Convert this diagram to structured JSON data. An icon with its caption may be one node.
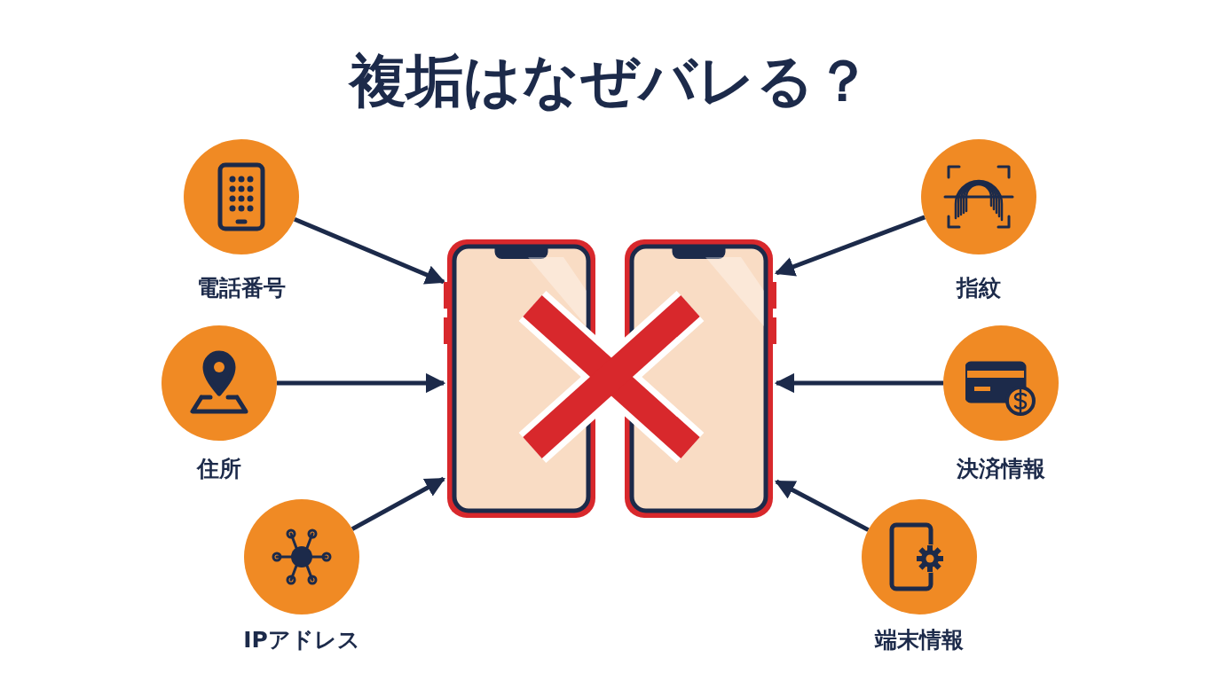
{
  "diagram": {
    "title": "複垢はなぜバレる？",
    "nodes": [
      {
        "text": [
          "電話番号"
        ]
      },
      {
        "text": [
          "住所"
        ]
      },
      {
        "text": [
          "IPアドレス"
        ]
      },
      {
        "text": [],
        "shape": "picture"
      },
      {
        "text": [],
        "shape": "picture"
      },
      {
        "text": [
          "指紋"
        ]
      },
      {
        "text": [
          "決済情報"
        ]
      },
      {
        "text": [
          "端末情報"
        ]
      }
    ],
    "edges": [
      {
        "from": 0,
        "to": 3,
        "arrow": "to"
      },
      {
        "from": 1,
        "to": 3,
        "arrow": "to"
      },
      {
        "from": 2,
        "to": 3,
        "arrow": "to"
      },
      {
        "from": 5,
        "to": 4,
        "arrow": "to"
      },
      {
        "from": 6,
        "to": 4,
        "arrow": "to"
      },
      {
        "from": 7,
        "to": 4,
        "arrow": "to"
      }
    ]
  }
}
